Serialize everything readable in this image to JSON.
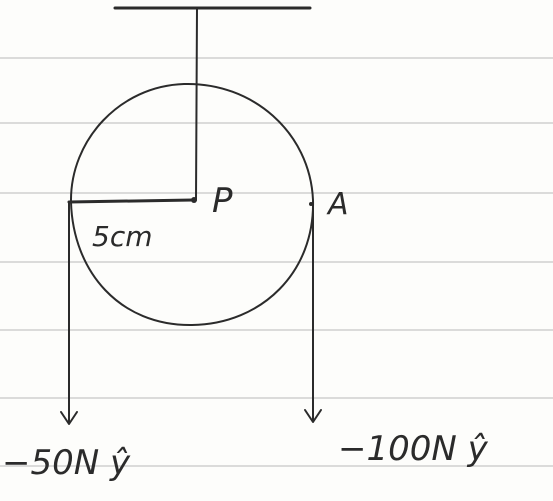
{
  "diagram": {
    "point_center_label": "P",
    "point_edge_label": "A",
    "radius_label": "5cm",
    "force_left_label": "−50N ŷ",
    "force_right_label": "−100N ŷ",
    "colors": {
      "ink": "#2b2b2b",
      "rule": "#b9b9b9",
      "paper": "#fdfdfb"
    }
  }
}
